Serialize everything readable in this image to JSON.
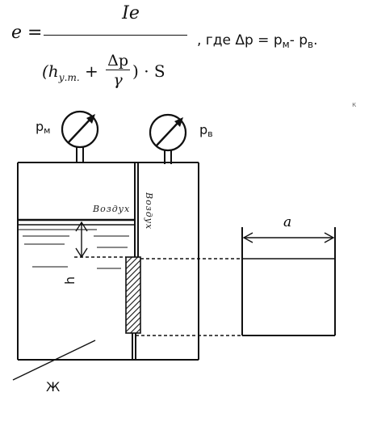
{
  "formula": {
    "lhs": "e",
    "eq": "=",
    "numerator": "Ie",
    "denominator_open": "(h",
    "denominator_sub": "у.т.",
    "denominator_plus": "+",
    "inner_num": "Δp",
    "inner_den": "γ",
    "denominator_close": ") · S",
    "where": ", где Δp = p",
    "pm_sub": "м",
    "dash": "- p",
    "pv_sub": "в",
    "end": "."
  },
  "diagram": {
    "gauge_left_label": "p",
    "gauge_left_sub": "м",
    "gauge_right_label": "p",
    "gauge_right_sub": "в",
    "air_left": "Воздух",
    "air_right": "Воздух",
    "dim_a": "a",
    "dim_h": "h",
    "liquid": "Ж",
    "stray_mark": "к"
  }
}
